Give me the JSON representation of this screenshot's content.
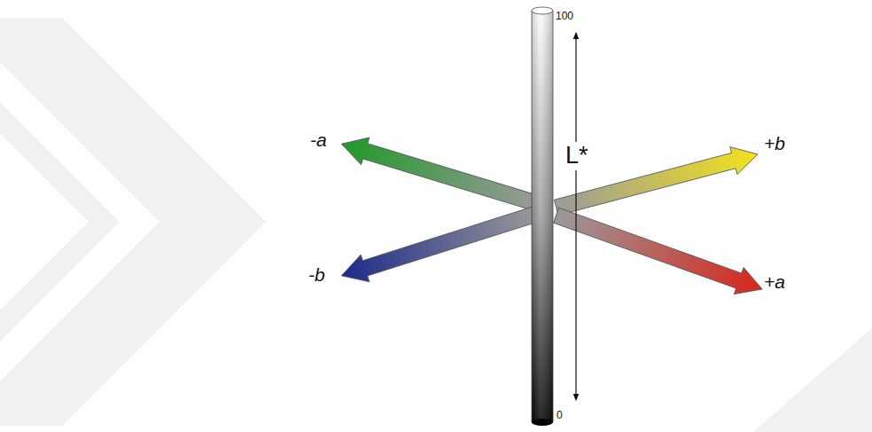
{
  "diagram": {
    "labels": [
      "100",
      "L*",
      "+b",
      "-a",
      "-b",
      "+a",
      "0"
    ]
  }
}
